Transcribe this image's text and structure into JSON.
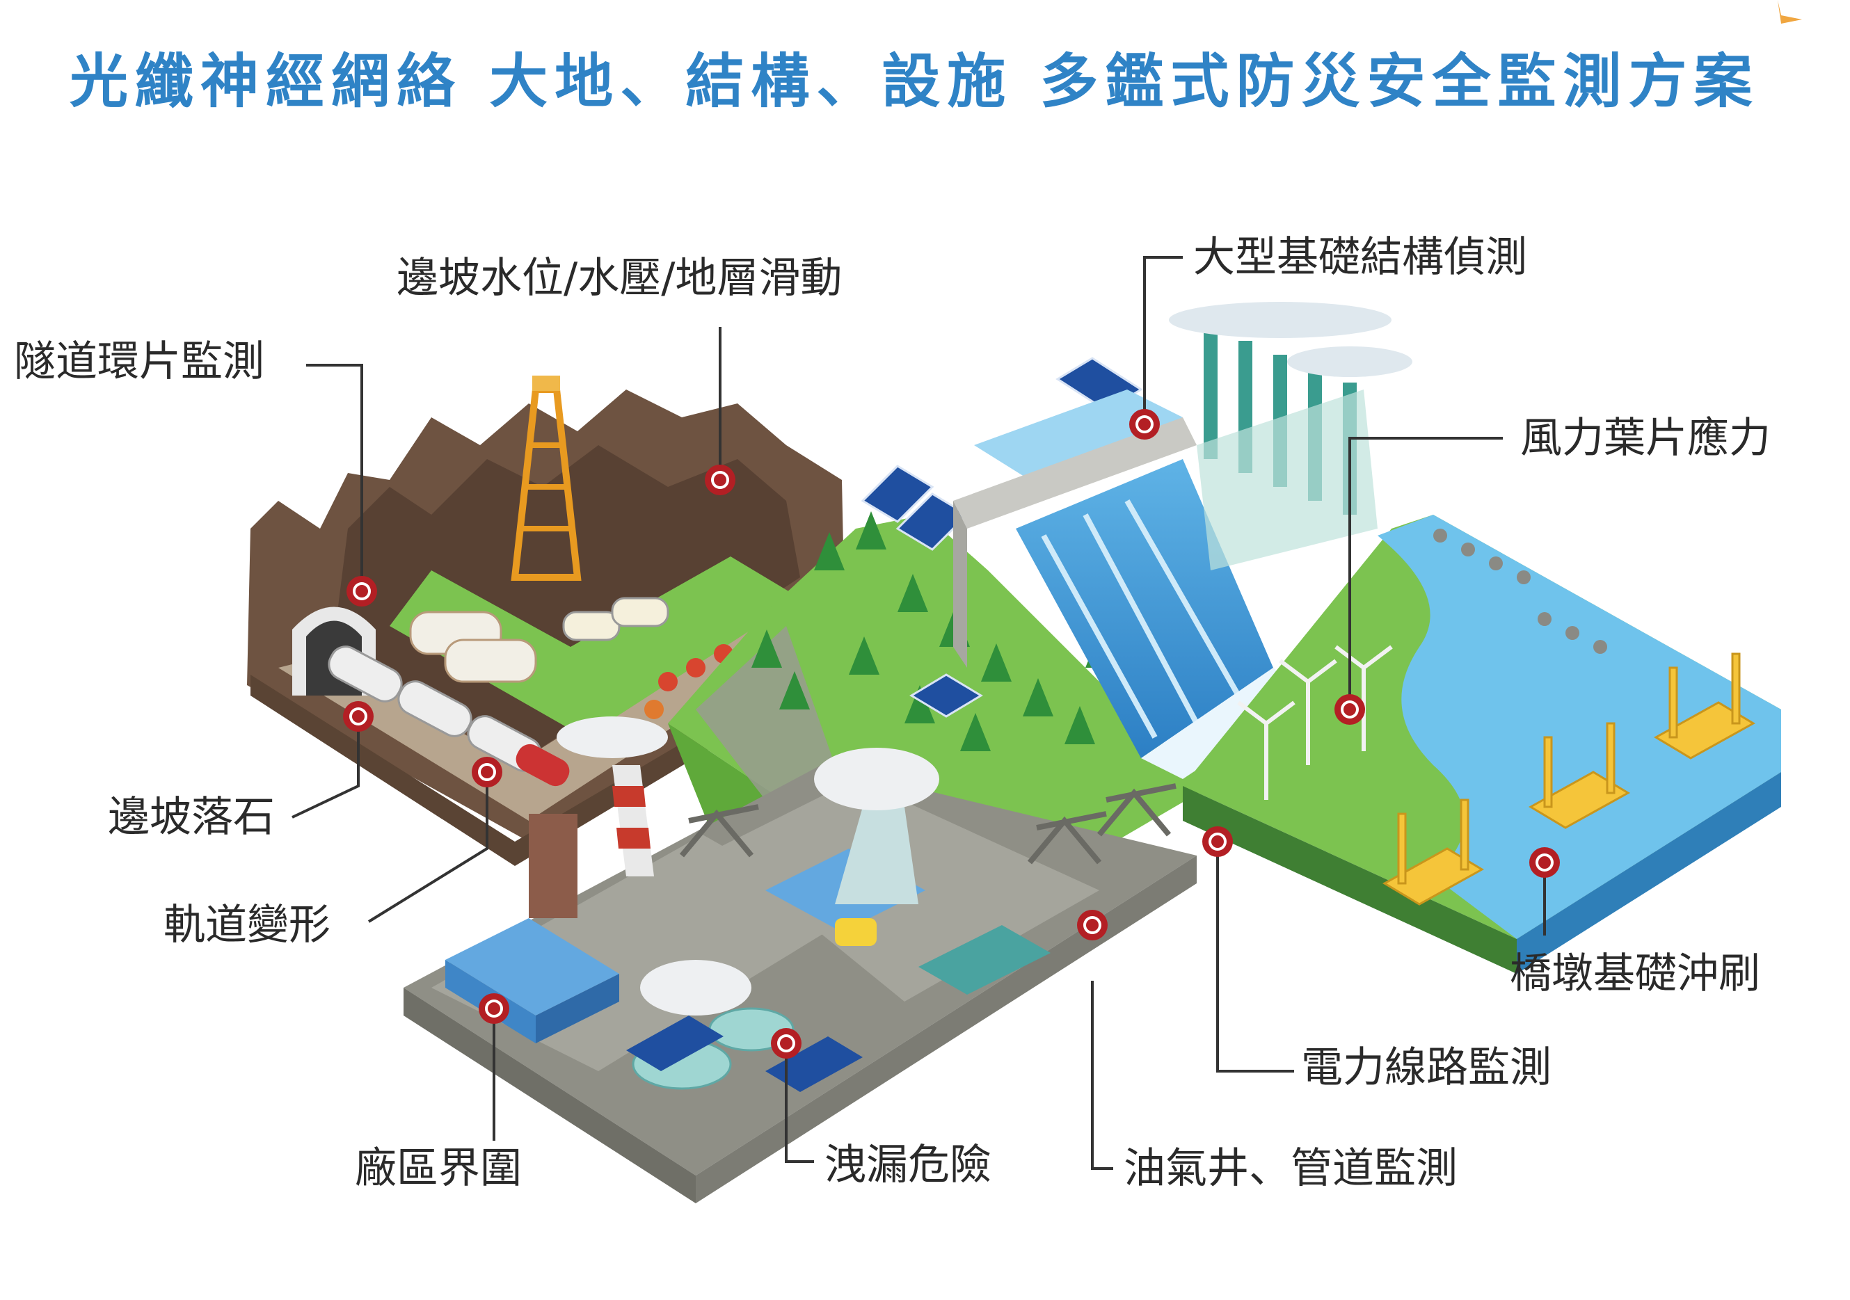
{
  "title": "光纖神經網絡 大地、結構、設施 多鑑式防災安全監測方案",
  "labels": {
    "slope_water": "邊坡水位/水壓/地層滑動",
    "tunnel": "隧道環片監測",
    "large_structure": "大型基礎結構偵測",
    "wind_blade": "風力葉片應力",
    "rockfall": "邊坡落石",
    "track": "軌道變形",
    "bridge_pier": "橋墩基礎沖刷",
    "power_line": "電力線路監測",
    "factory_fence": "廠區界圍",
    "leak": "洩漏危險",
    "oil_gas": "油氣井、管道監測"
  },
  "colors": {
    "title": "#2f83c6",
    "marker": "#b31f24",
    "grass": "#7cc350",
    "water": "#6fc3ec",
    "rock": "#6e5341",
    "ground": "#8f8f86"
  }
}
